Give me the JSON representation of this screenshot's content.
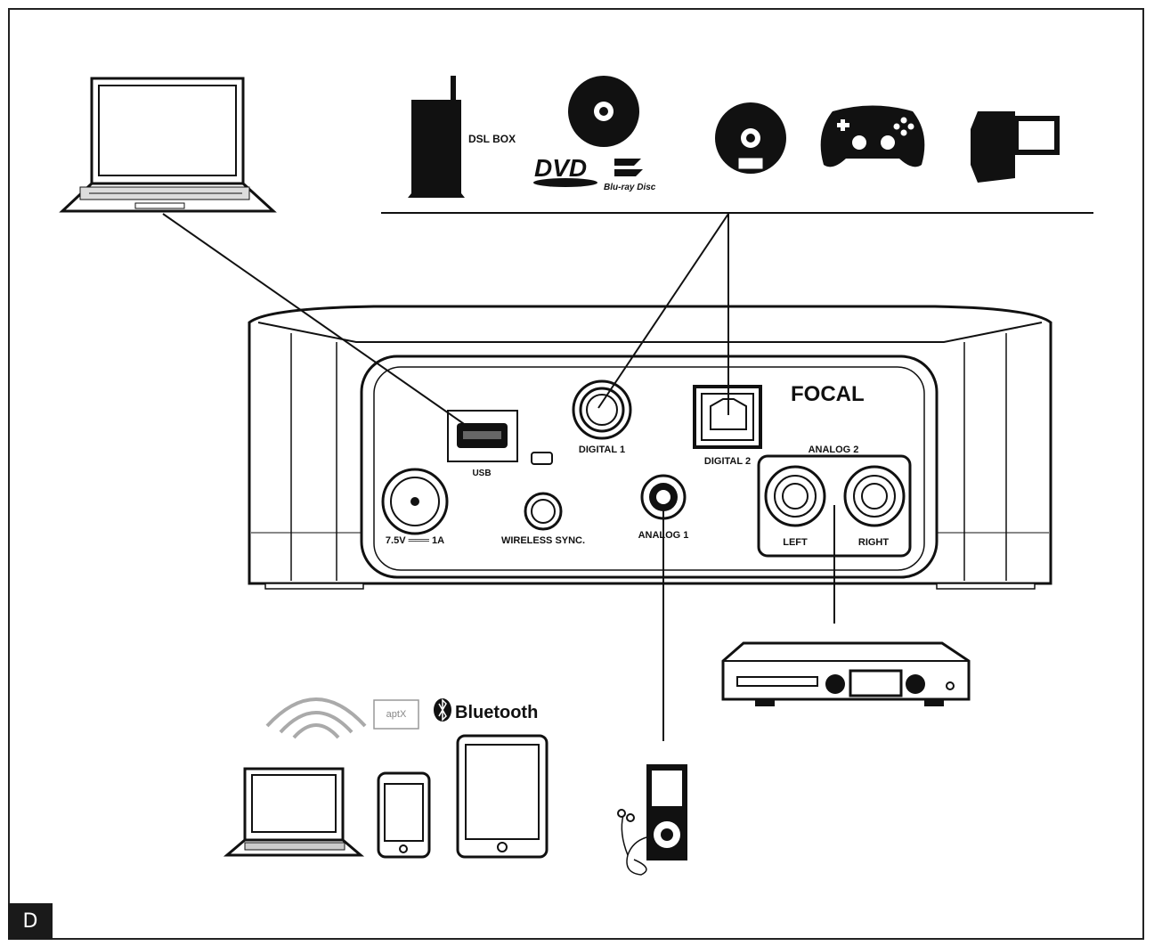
{
  "section_letter": "D",
  "brand": "FOCAL",
  "sources_top": {
    "dsl_box": "DSL BOX",
    "dvd": "DVD",
    "bluray": "Blu-ray Disc"
  },
  "ports": {
    "usb": "USB",
    "digital1": "DIGITAL 1",
    "digital2": "DIGITAL 2",
    "analog1": "ANALOG 1",
    "analog2": "ANALOG 2",
    "left": "LEFT",
    "right": "RIGHT",
    "power": "7.5V ═══ 1A",
    "wireless_sync": "WIRELESS SYNC."
  },
  "wireless": {
    "aptx": "aptX",
    "bluetooth": "Bluetooth"
  }
}
